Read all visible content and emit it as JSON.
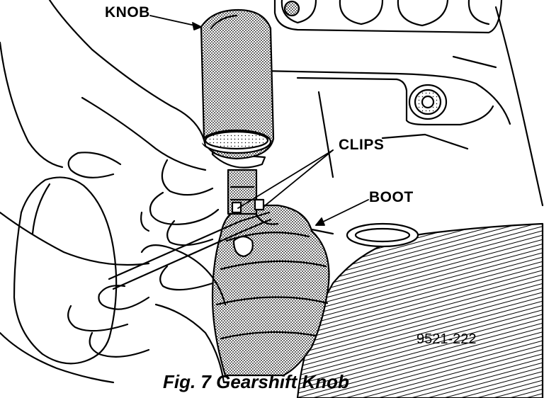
{
  "labels": {
    "knob": "KNOB",
    "clips": "CLIPS",
    "boot": "BOOT"
  },
  "figure_code": "9521-222",
  "caption": "Fig. 7 Gearshift Knob",
  "colors": {
    "ink": "#000000",
    "paper": "#ffffff",
    "shade": "#bdbdbd"
  }
}
